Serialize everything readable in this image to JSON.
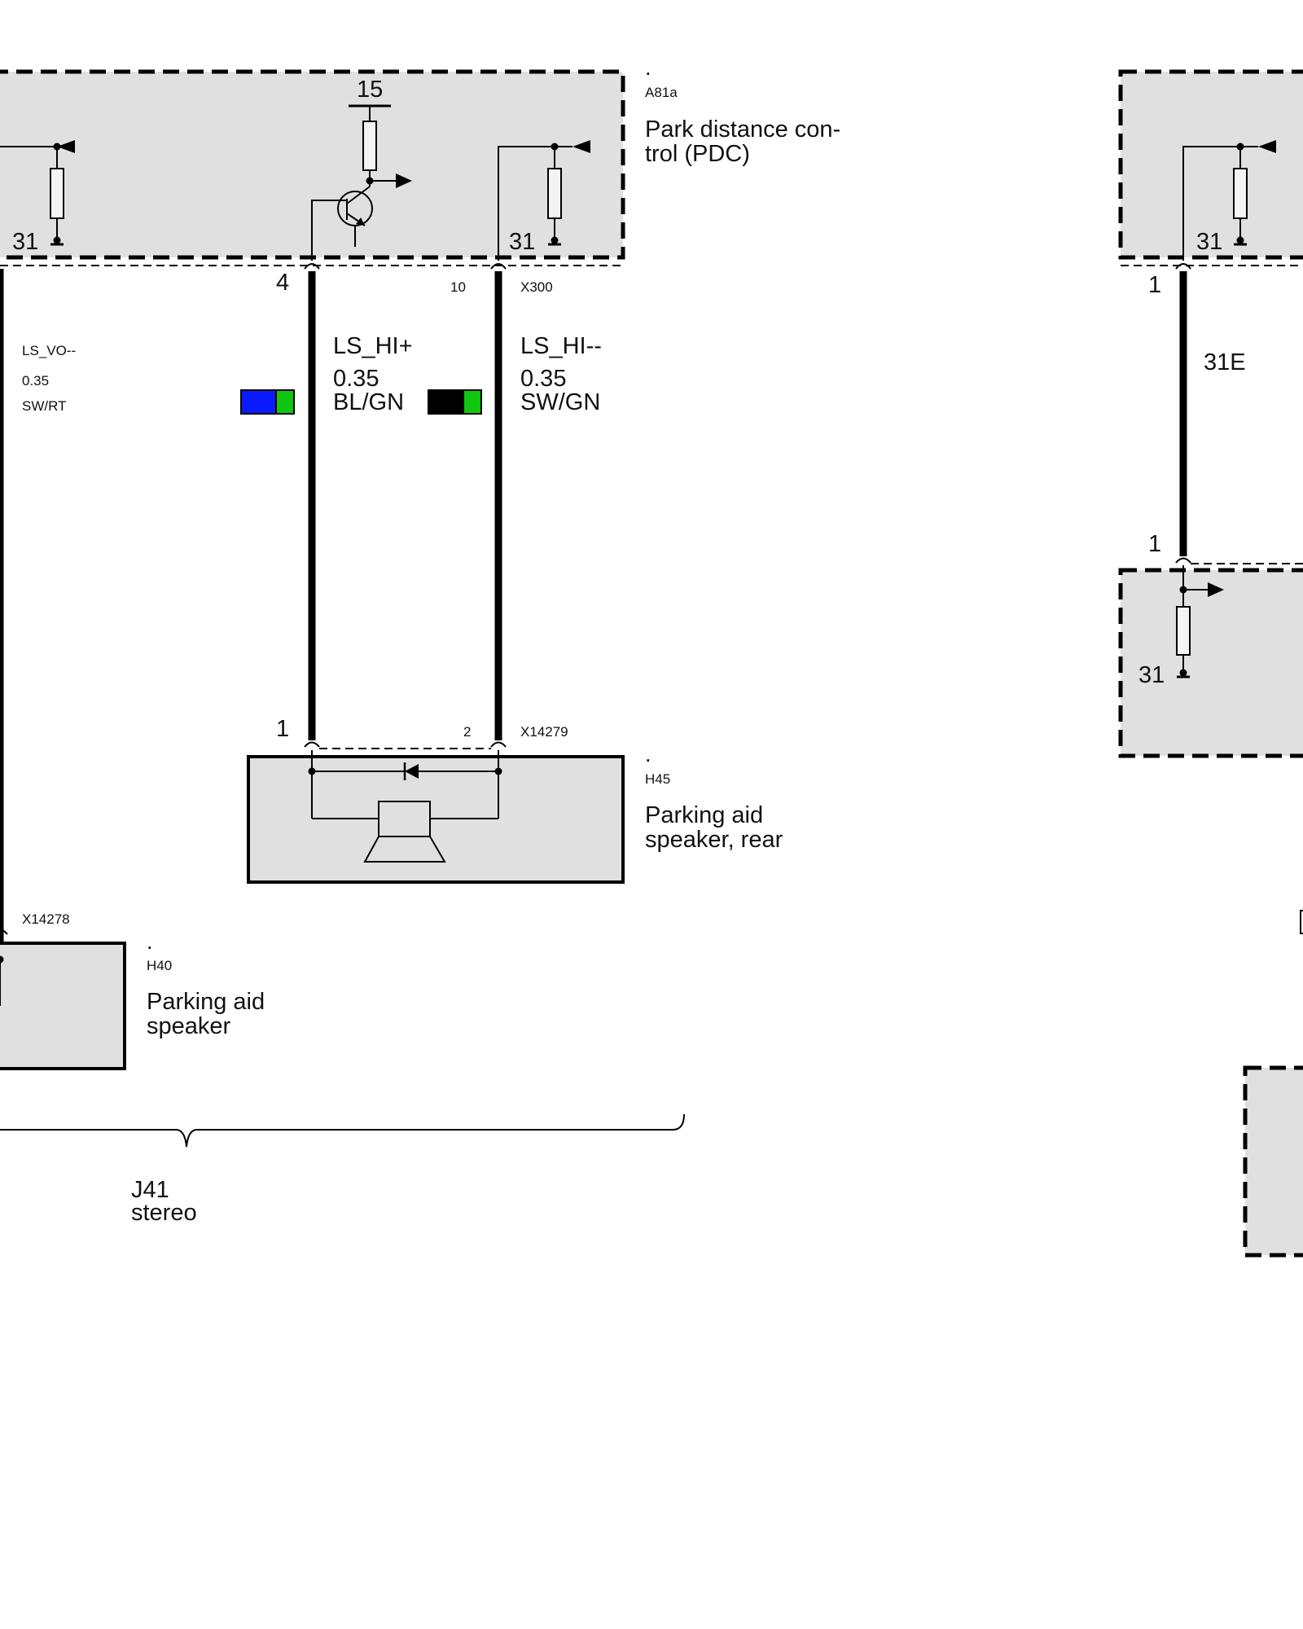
{
  "components": {
    "a81a": {
      "dot": ".",
      "code": "A81a",
      "name_line1": "Park distance con-",
      "name_line2": "trol (PDC)",
      "supply": "15",
      "ground_left": "31",
      "ground_right": "31",
      "pin_ls_hi_plus": "4",
      "pin_ls_hi_minus": "10",
      "connector": "X300"
    },
    "h45": {
      "dot": ".",
      "code": "H45",
      "name_line1": "Parking aid",
      "name_line2": "speaker, rear",
      "pin_1": "1",
      "pin_2": "2",
      "connector": "X14279"
    },
    "h40": {
      "dot": ".",
      "code": "H40",
      "name_line1": "Parking aid",
      "name_line2": "speaker",
      "connector": "X14278"
    },
    "right_module": {
      "ground_top": "31",
      "pin_top": "1",
      "pin_bottom": "1",
      "ground_bottom": "31"
    }
  },
  "wires": {
    "ls_vo_minus": {
      "signal": "LS_VO--",
      "gauge": "0.35",
      "color_code": "SW/RT"
    },
    "ls_hi_plus": {
      "signal": "LS_HI+",
      "gauge": "0.35",
      "color_code": "BL/GN",
      "swatch": [
        "#0a1aff",
        "#11c611"
      ]
    },
    "ls_hi_minus": {
      "signal": "LS_HI--",
      "gauge": "0.35",
      "color_code": "SW/GN",
      "swatch": [
        "#000000",
        "#11c611"
      ]
    },
    "ground_31e": {
      "signal": "31E"
    }
  },
  "group": {
    "id": "J41",
    "label": "stereo"
  }
}
